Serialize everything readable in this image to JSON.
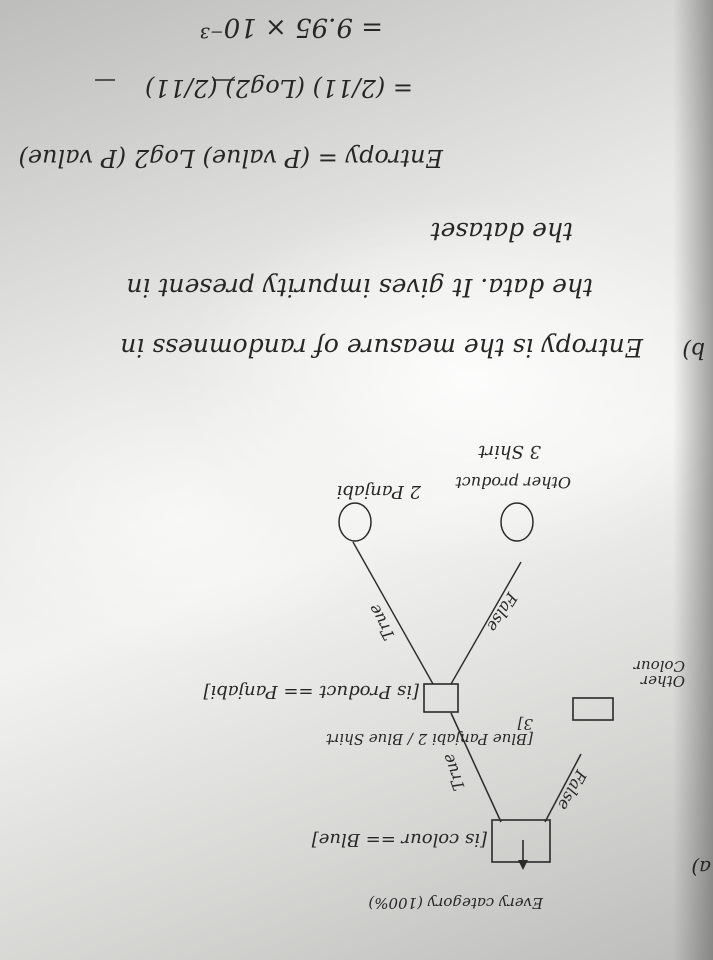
{
  "part_a": {
    "label": "a)",
    "root_note": "Every category (100%)",
    "root_condition": "[is colour == Blue]",
    "true_edge": "True",
    "false_edge": "False",
    "left_counts": "[Blue Panjabi 2 / Blue Shirt 3]",
    "right_counts": "Other Colour",
    "node2_condition": "[is Product == Panjabi]",
    "node2_true": "True",
    "node2_false": "False",
    "leaf_left": "2 Panjabi",
    "leaf_right_1": "Other product",
    "leaf_right_2": "3 Shirt"
  },
  "part_b": {
    "label": "b)",
    "line1": "Entropy is the measure of randomness in",
    "line2": "the data. It gives impurity present in",
    "line3": "the dataset",
    "formula": "Entropy = (P value) Log2 (P value)",
    "calc": "= (2/11) (Log2) (2/11)",
    "result": "= 9.95 × 10⁻³"
  }
}
